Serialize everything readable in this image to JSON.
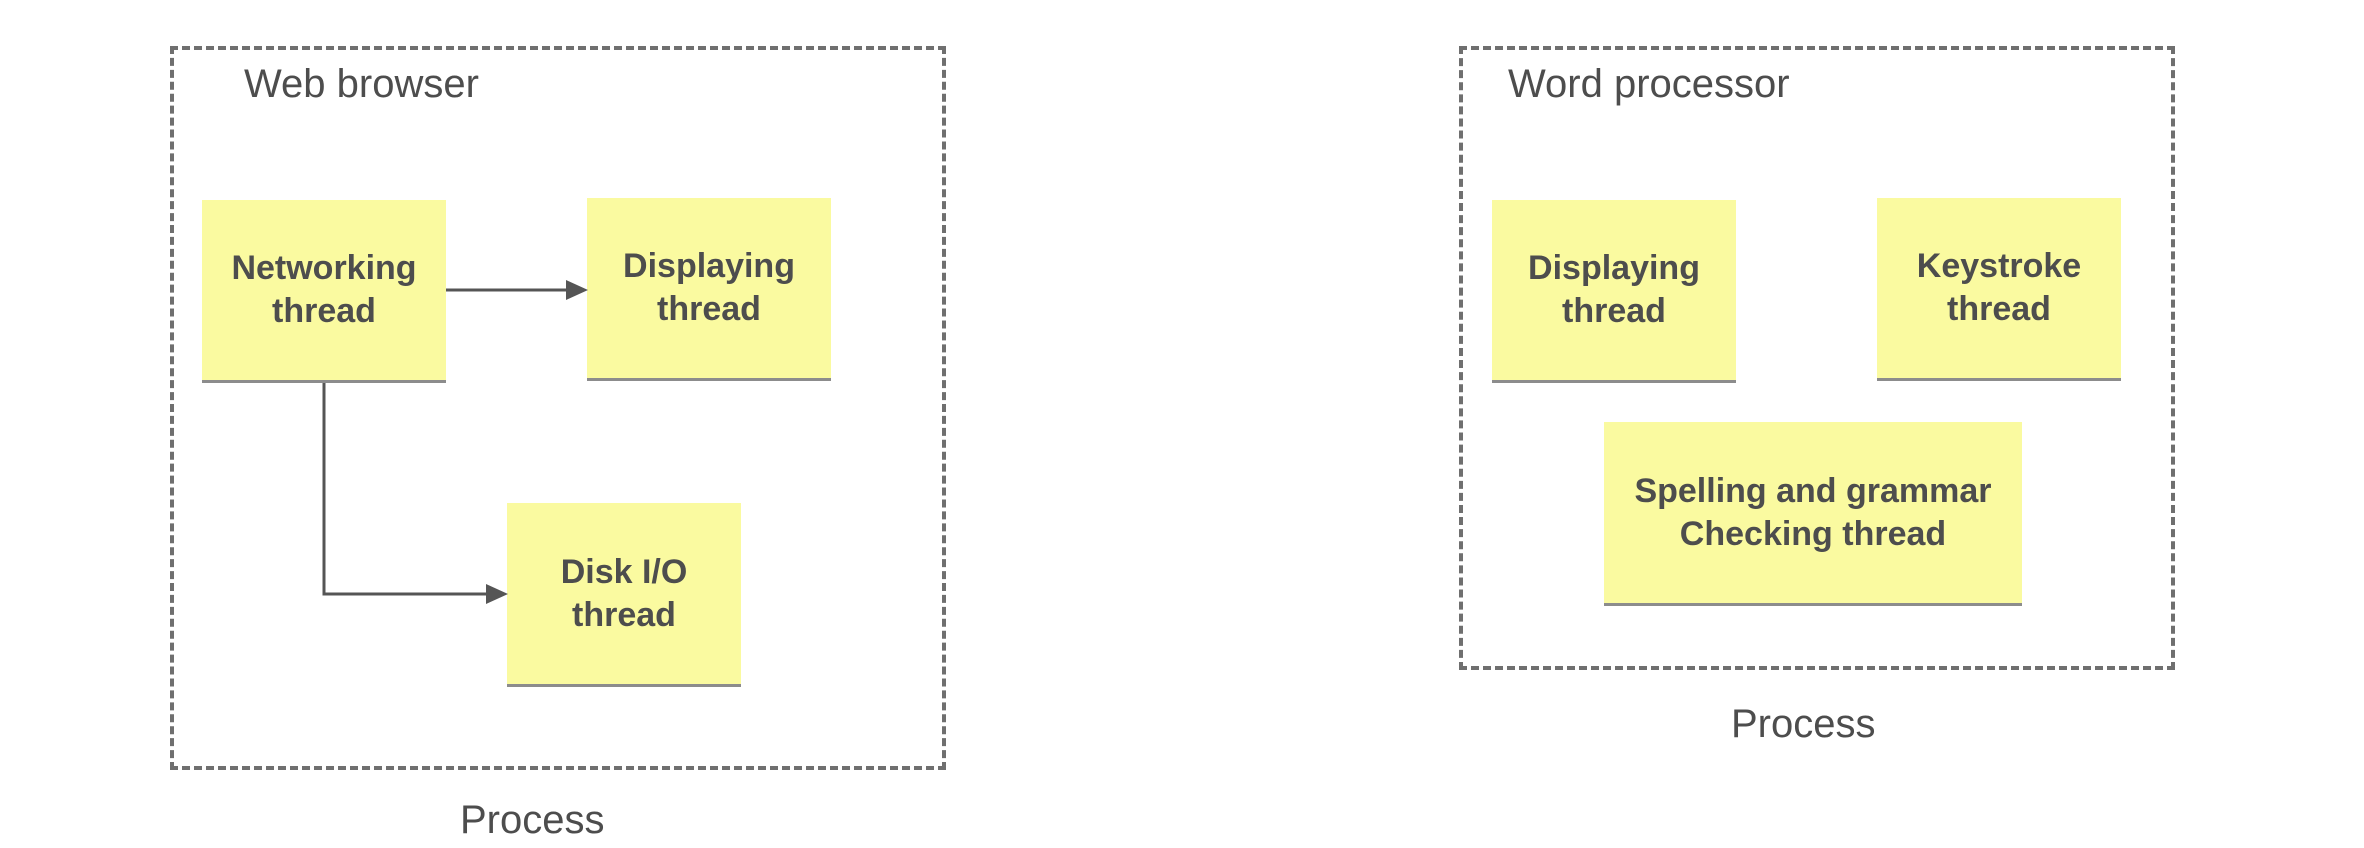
{
  "web_browser": {
    "title": "Web browser",
    "caption": "Process",
    "threads": {
      "networking": "Networking\nthread",
      "displaying": "Displaying\nthread",
      "disk_io": "Disk I/O\nthread"
    }
  },
  "word_processor": {
    "title": "Word processor",
    "caption": "Process",
    "threads": {
      "displaying": "Displaying\nthread",
      "keystroke": "Keystroke\nthread",
      "spelling": "Spelling and grammar\nChecking thread"
    }
  },
  "colors": {
    "thread_fill": "#fafaa0",
    "border": "#6f6f6f",
    "text": "#4d4d4d",
    "arrow": "#555555"
  }
}
